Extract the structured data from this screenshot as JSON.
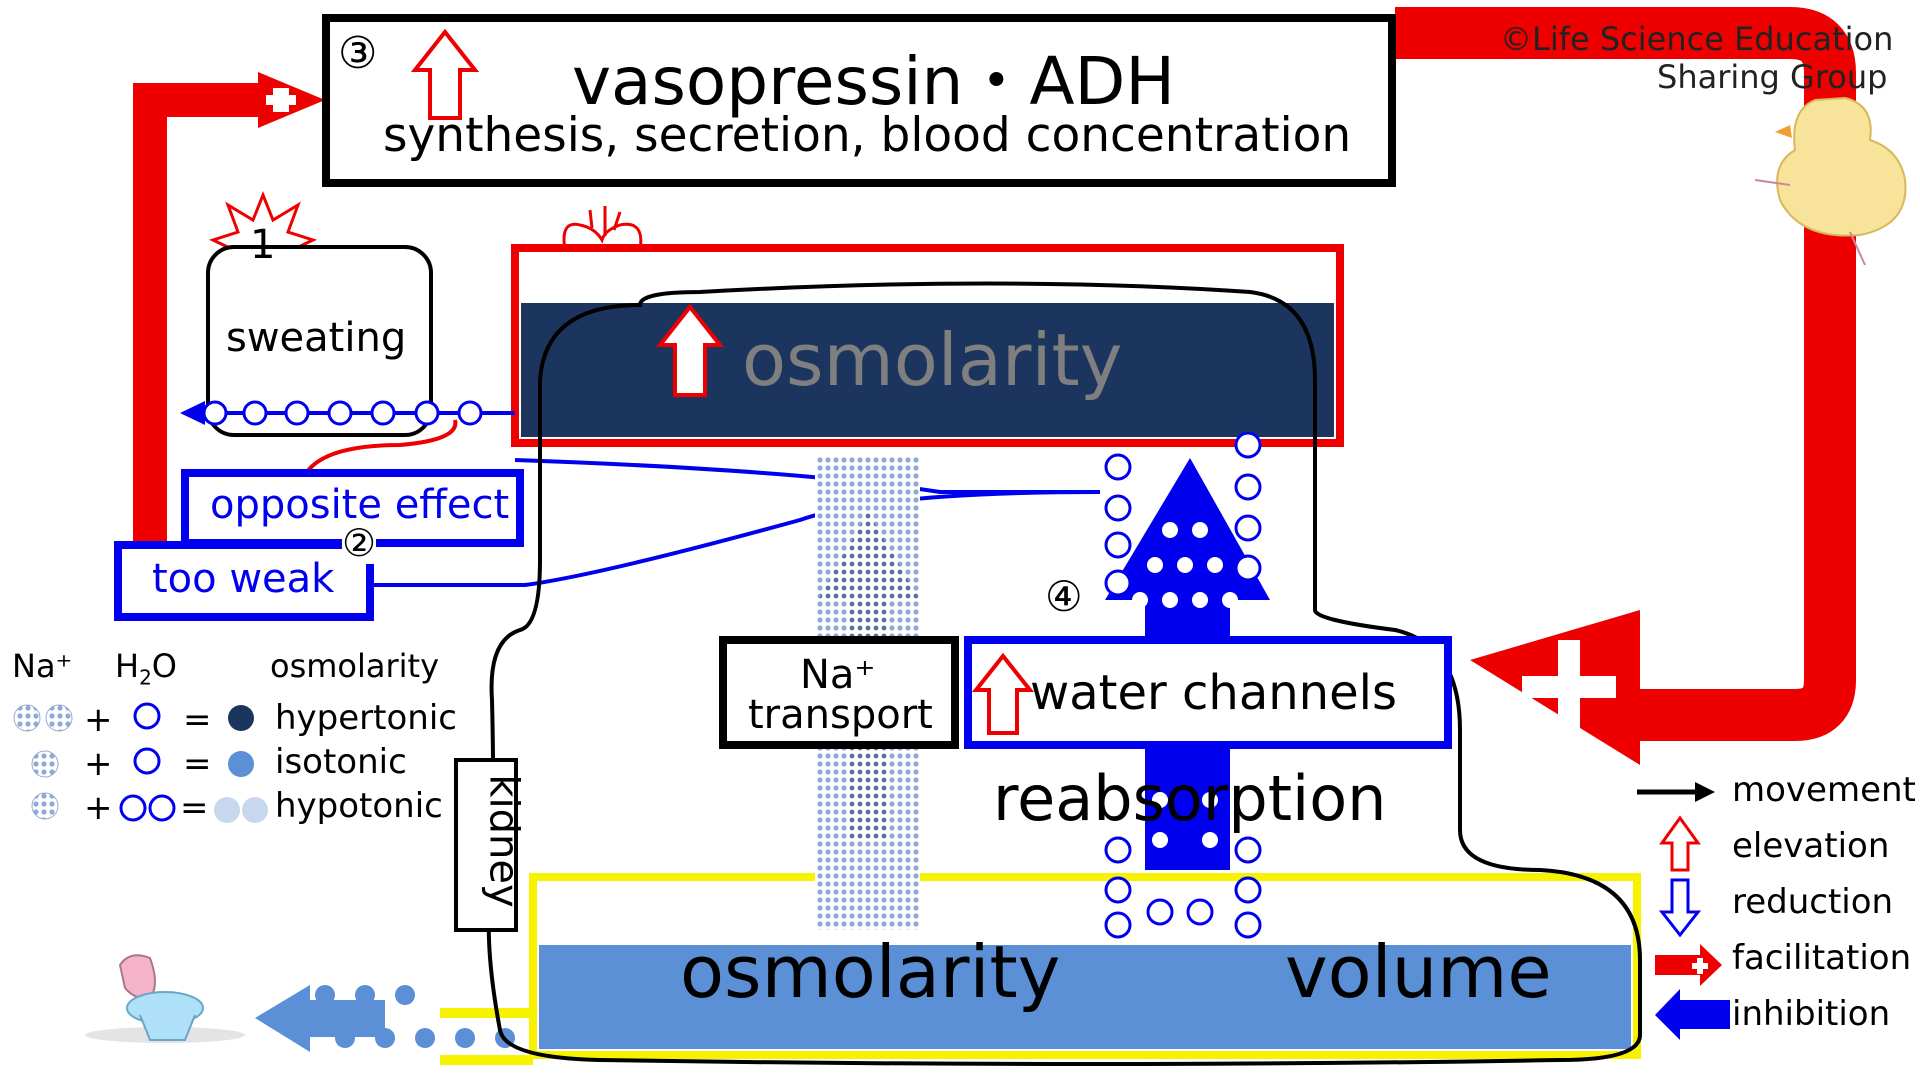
{
  "copyright": {
    "line1": "©Life Science Education",
    "line2": "Sharing Group"
  },
  "adh": {
    "number": "③",
    "title": "vasopressin・ADH",
    "subtitle": "synthesis, secretion, blood concentration"
  },
  "sweating": {
    "number": "1",
    "label": "sweating"
  },
  "feedback": {
    "opposite": "opposite effect",
    "number": "②",
    "weak": "too weak"
  },
  "blood": {
    "label": "osmolarity"
  },
  "kidney": {
    "label": "kidney"
  },
  "na_transport": {
    "line1": "Na⁺",
    "line2": "transport"
  },
  "water_channels": {
    "number": "④",
    "label": "water channels"
  },
  "reabsorption": "reabsorption",
  "urine": {
    "osmolarity": "osmolarity",
    "volume": "volume"
  },
  "osmo_legend": {
    "na": "Na⁺",
    "h2o_h": "H",
    "h2o_2": "2",
    "h2o_o": "O",
    "osm": "osmolarity",
    "plus": "+",
    "eq": "=",
    "rows": [
      "hypertonic",
      "isotonic",
      "hypotonic"
    ]
  },
  "arrow_legend": [
    "movement",
    "elevation",
    "reduction",
    "facilitation",
    "inhibition"
  ],
  "colors": {
    "red": "#ee0000",
    "blue": "#0000ee",
    "navy": "#1b355e",
    "urine_blue": "#5b8fd6",
    "yellow": "#f7f200",
    "gray_text": "#7f7f7f"
  }
}
